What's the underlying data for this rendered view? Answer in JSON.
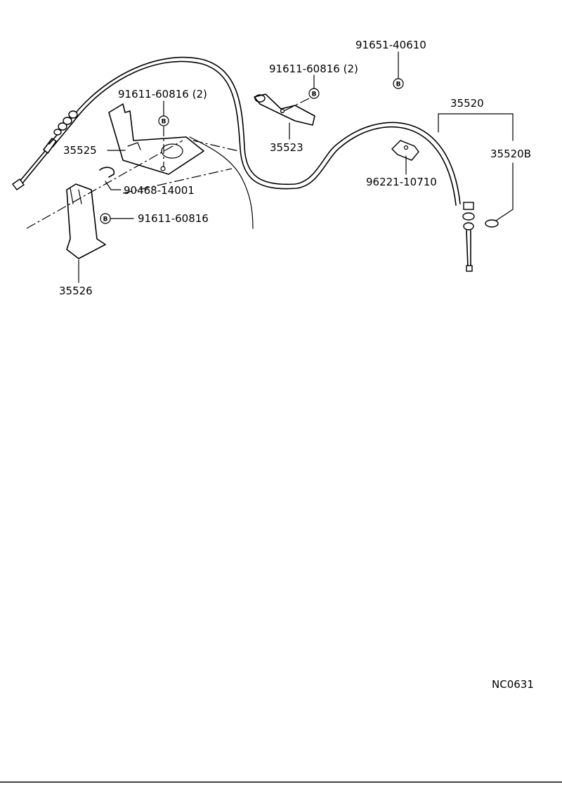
{
  "parts": {
    "p35520": "35520",
    "p35520B": "35520B",
    "p35523": "35523",
    "p35525": "35525",
    "p35526": "35526",
    "bolt_91611_60816_2_left": "91611-60816 (2)",
    "bolt_91611_60816_2_right": "91611-60816 (2)",
    "bolt_91611_60816": "91611-60816",
    "bolt_91651_40610": "91651-40610",
    "clip_90468_14001": "90468-14001",
    "clamp_96221_10710": "96221-10710"
  },
  "bolt_symbol": "B",
  "diagram_code": "NC0631"
}
